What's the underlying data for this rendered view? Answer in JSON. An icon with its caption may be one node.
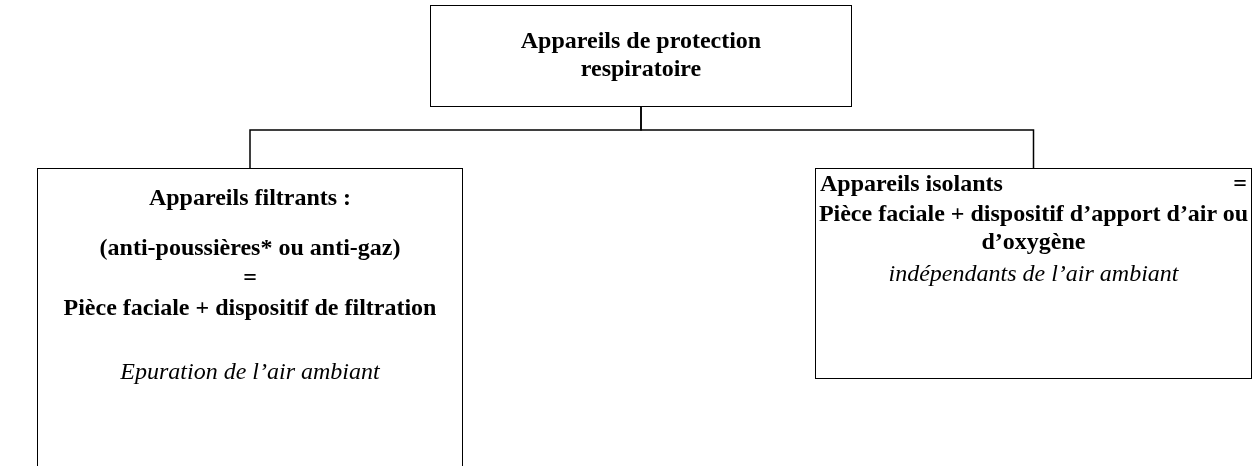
{
  "diagram": {
    "nodes": [
      {
        "text": [
          "Appareils de protection respiratoire"
        ]
      },
      {
        "text": [
          "Appareils filtrants :",
          "(anti-poussières* ou anti-gaz)",
          "=",
          "Pièce faciale + dispositif de filtration",
          "Epuration de l’air ambiant"
        ]
      },
      {
        "text": [
          "Appareils isolants",
          "=",
          "Pièce faciale + dispositif d’apport d’air ou d’oxygène",
          "indépendants de l’air ambiant"
        ]
      }
    ],
    "edges": [
      {
        "from": 0,
        "to": 1,
        "arrow": "none"
      },
      {
        "from": 0,
        "to": 2,
        "arrow": "none"
      }
    ]
  }
}
